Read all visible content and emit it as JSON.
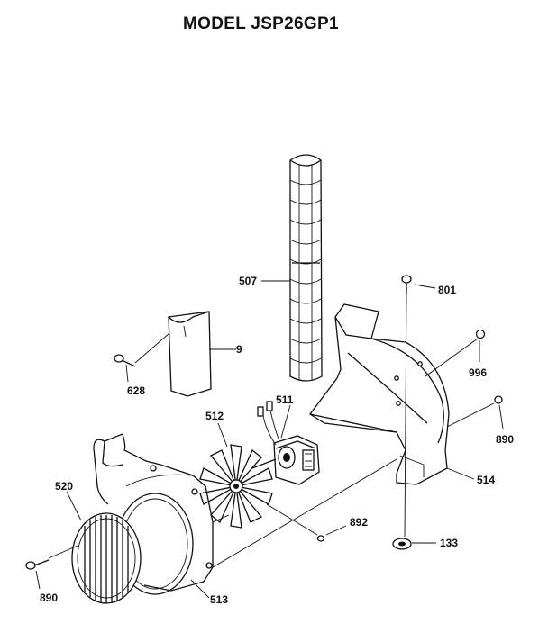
{
  "title": "MODEL JSP26GP1",
  "callouts": {
    "p507": "507",
    "p801": "801",
    "p9": "9",
    "p996": "996",
    "p628": "628",
    "p511": "511",
    "p512": "512",
    "p890_right": "890",
    "p514": "514",
    "p520": "520",
    "p892": "892",
    "p133": "133",
    "p890_left": "890",
    "p513": "513"
  }
}
